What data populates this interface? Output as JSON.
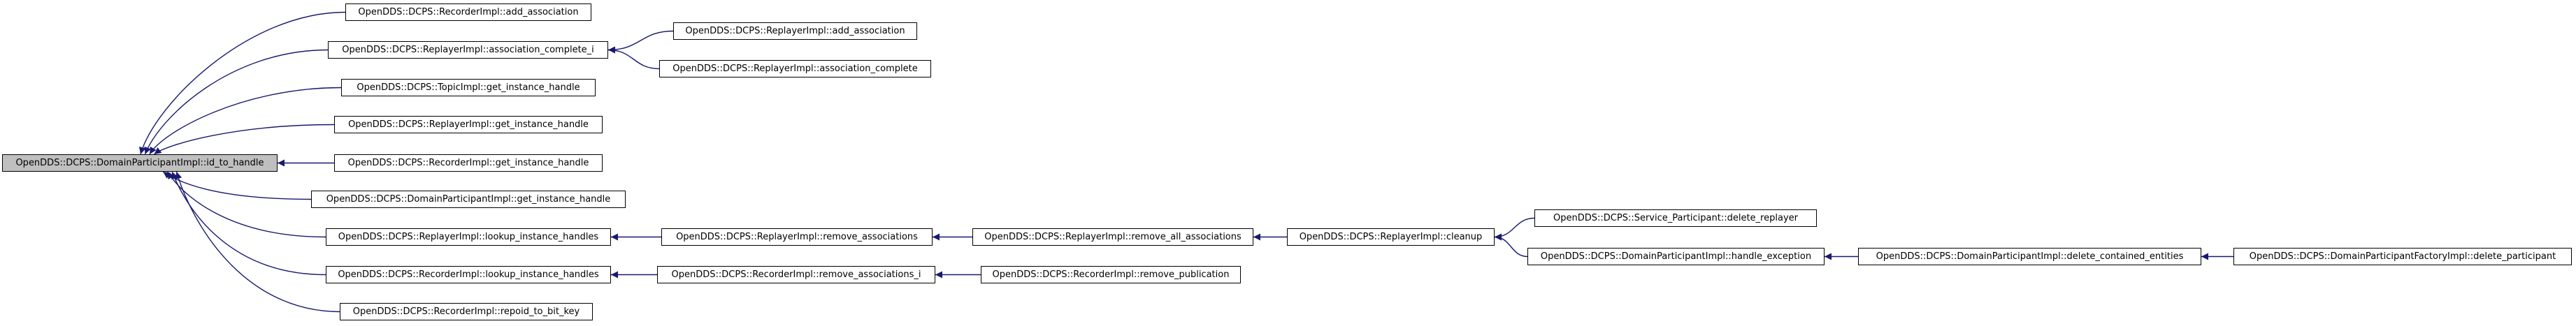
{
  "graph": {
    "edge_color": "#191970",
    "node_border_color": "#000000",
    "root_fill_color": "#bfbfbf",
    "nodes": [
      {
        "id": "n0",
        "label": "OpenDDS::DCPS::DomainParticipantImpl::id_to_handle"
      },
      {
        "id": "n1",
        "label": "OpenDDS::DCPS::RecorderImpl::add_association"
      },
      {
        "id": "n2",
        "label": "OpenDDS::DCPS::ReplayerImpl::association_complete_i"
      },
      {
        "id": "n3",
        "label": "OpenDDS::DCPS::ReplayerImpl::add_association"
      },
      {
        "id": "n4",
        "label": "OpenDDS::DCPS::ReplayerImpl::association_complete"
      },
      {
        "id": "n5",
        "label": "OpenDDS::DCPS::TopicImpl::get_instance_handle"
      },
      {
        "id": "n6",
        "label": "OpenDDS::DCPS::ReplayerImpl::get_instance_handle"
      },
      {
        "id": "n7",
        "label": "OpenDDS::DCPS::RecorderImpl::get_instance_handle"
      },
      {
        "id": "n8",
        "label": "OpenDDS::DCPS::DomainParticipantImpl::get_instance_handle"
      },
      {
        "id": "n9",
        "label": "OpenDDS::DCPS::ReplayerImpl::lookup_instance_handles"
      },
      {
        "id": "n10",
        "label": "OpenDDS::DCPS::ReplayerImpl::remove_associations"
      },
      {
        "id": "n11",
        "label": "OpenDDS::DCPS::ReplayerImpl::remove_all_associations"
      },
      {
        "id": "n12",
        "label": "OpenDDS::DCPS::ReplayerImpl::cleanup"
      },
      {
        "id": "n13",
        "label": "OpenDDS::DCPS::Service_Participant::delete_replayer"
      },
      {
        "id": "n14",
        "label": "OpenDDS::DCPS::DomainParticipantImpl::handle_exception"
      },
      {
        "id": "n15",
        "label": "OpenDDS::DCPS::DomainParticipantImpl::delete_contained_entities"
      },
      {
        "id": "n16",
        "label": "OpenDDS::DCPS::DomainParticipantFactoryImpl::delete_participant"
      },
      {
        "id": "n17",
        "label": "OpenDDS::DCPS::RecorderImpl::lookup_instance_handles"
      },
      {
        "id": "n18",
        "label": "OpenDDS::DCPS::RecorderImpl::remove_associations_i"
      },
      {
        "id": "n19",
        "label": "OpenDDS::DCPS::RecorderImpl::remove_publication"
      },
      {
        "id": "n20",
        "label": "OpenDDS::DCPS::RecorderImpl::repoid_to_bit_key"
      }
    ],
    "edges": [
      {
        "from": "n1",
        "to": "n0"
      },
      {
        "from": "n2",
        "to": "n0"
      },
      {
        "from": "n5",
        "to": "n0"
      },
      {
        "from": "n6",
        "to": "n0"
      },
      {
        "from": "n7",
        "to": "n0"
      },
      {
        "from": "n8",
        "to": "n0"
      },
      {
        "from": "n9",
        "to": "n0"
      },
      {
        "from": "n17",
        "to": "n0"
      },
      {
        "from": "n20",
        "to": "n0"
      },
      {
        "from": "n3",
        "to": "n2"
      },
      {
        "from": "n4",
        "to": "n2"
      },
      {
        "from": "n10",
        "to": "n9"
      },
      {
        "from": "n11",
        "to": "n10"
      },
      {
        "from": "n12",
        "to": "n11"
      },
      {
        "from": "n13",
        "to": "n12"
      },
      {
        "from": "n14",
        "to": "n12"
      },
      {
        "from": "n15",
        "to": "n14"
      },
      {
        "from": "n16",
        "to": "n15"
      },
      {
        "from": "n18",
        "to": "n17"
      },
      {
        "from": "n19",
        "to": "n18"
      }
    ]
  }
}
